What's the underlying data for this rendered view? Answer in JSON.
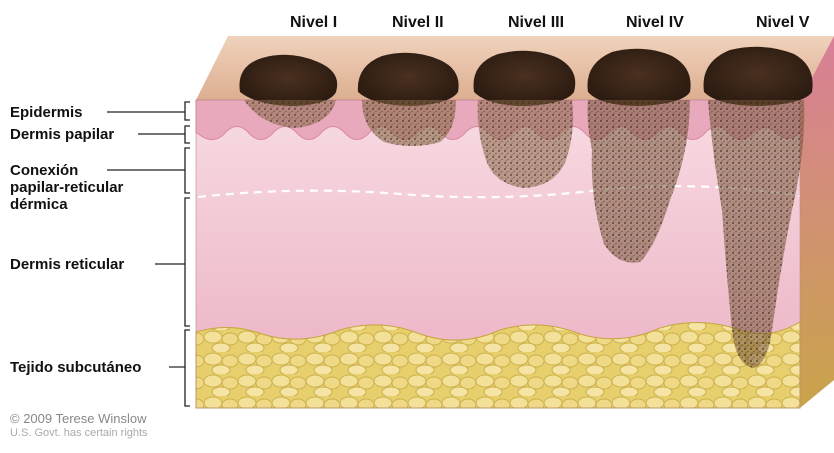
{
  "levels": [
    "Nivel I",
    "Nivel II",
    "Nivel III",
    "Nivel IV",
    "Nivel V"
  ],
  "layers": {
    "epidermis": "Epidermis",
    "dermis_papilar": "Dermis papilar",
    "conexion": [
      "Conexión",
      "papilar-reticular",
      "dérmica"
    ],
    "dermis_reticular": "Dermis reticular",
    "subcutaneo": "Tejido subcutáneo"
  },
  "credit": {
    "line1": "© 2009 Terese Winslow",
    "line2": "U.S. Govt. has certain rights"
  },
  "colors": {
    "skin_surface": "#e8c0a6",
    "epidermis": "#e9a9bd",
    "dermis": "#f2c4d2",
    "fat": "#e8d06a",
    "melanoma": "#3a2618"
  }
}
